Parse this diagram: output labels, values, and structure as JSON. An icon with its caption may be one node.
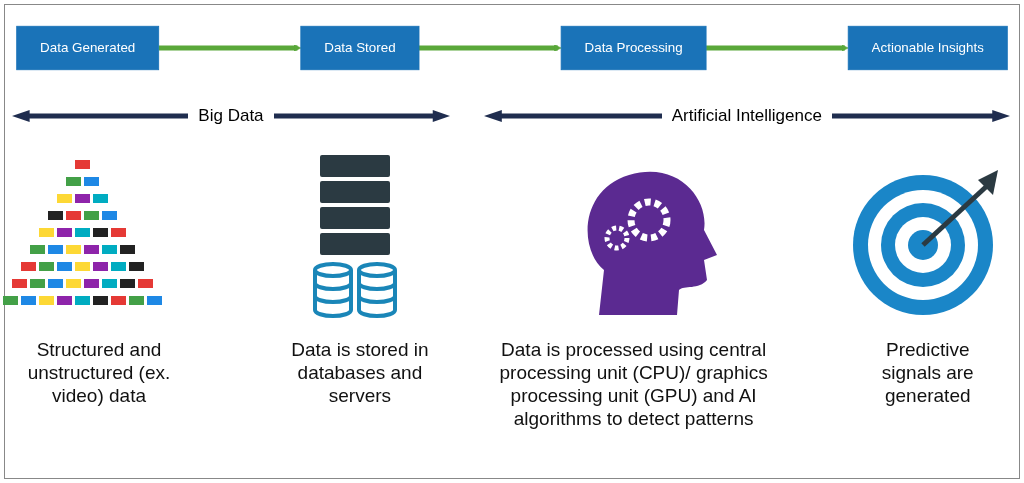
{
  "diagram": {
    "nodes": [
      {
        "text": [
          "Data Generated"
        ]
      },
      {
        "text": [
          "Data Stored"
        ]
      },
      {
        "text": [
          "Data Processing"
        ]
      },
      {
        "text": [
          "Actionable Insights"
        ]
      }
    ],
    "edges": [
      {
        "from": 0,
        "to": 1,
        "arrow": "to"
      },
      {
        "from": 1,
        "to": 2,
        "arrow": "to"
      },
      {
        "from": 2,
        "to": 3,
        "arrow": "to"
      }
    ],
    "labels": [
      "Big Data",
      "Artificial Intelligence",
      "Structured and unstructured (ex. video) data",
      "Data is stored in databases and servers",
      "Data is processed using central processing unit (CPU)/ graphics processing unit (GPU) and AI algorithms to detect patterns",
      "Predictive signals are generated"
    ]
  }
}
